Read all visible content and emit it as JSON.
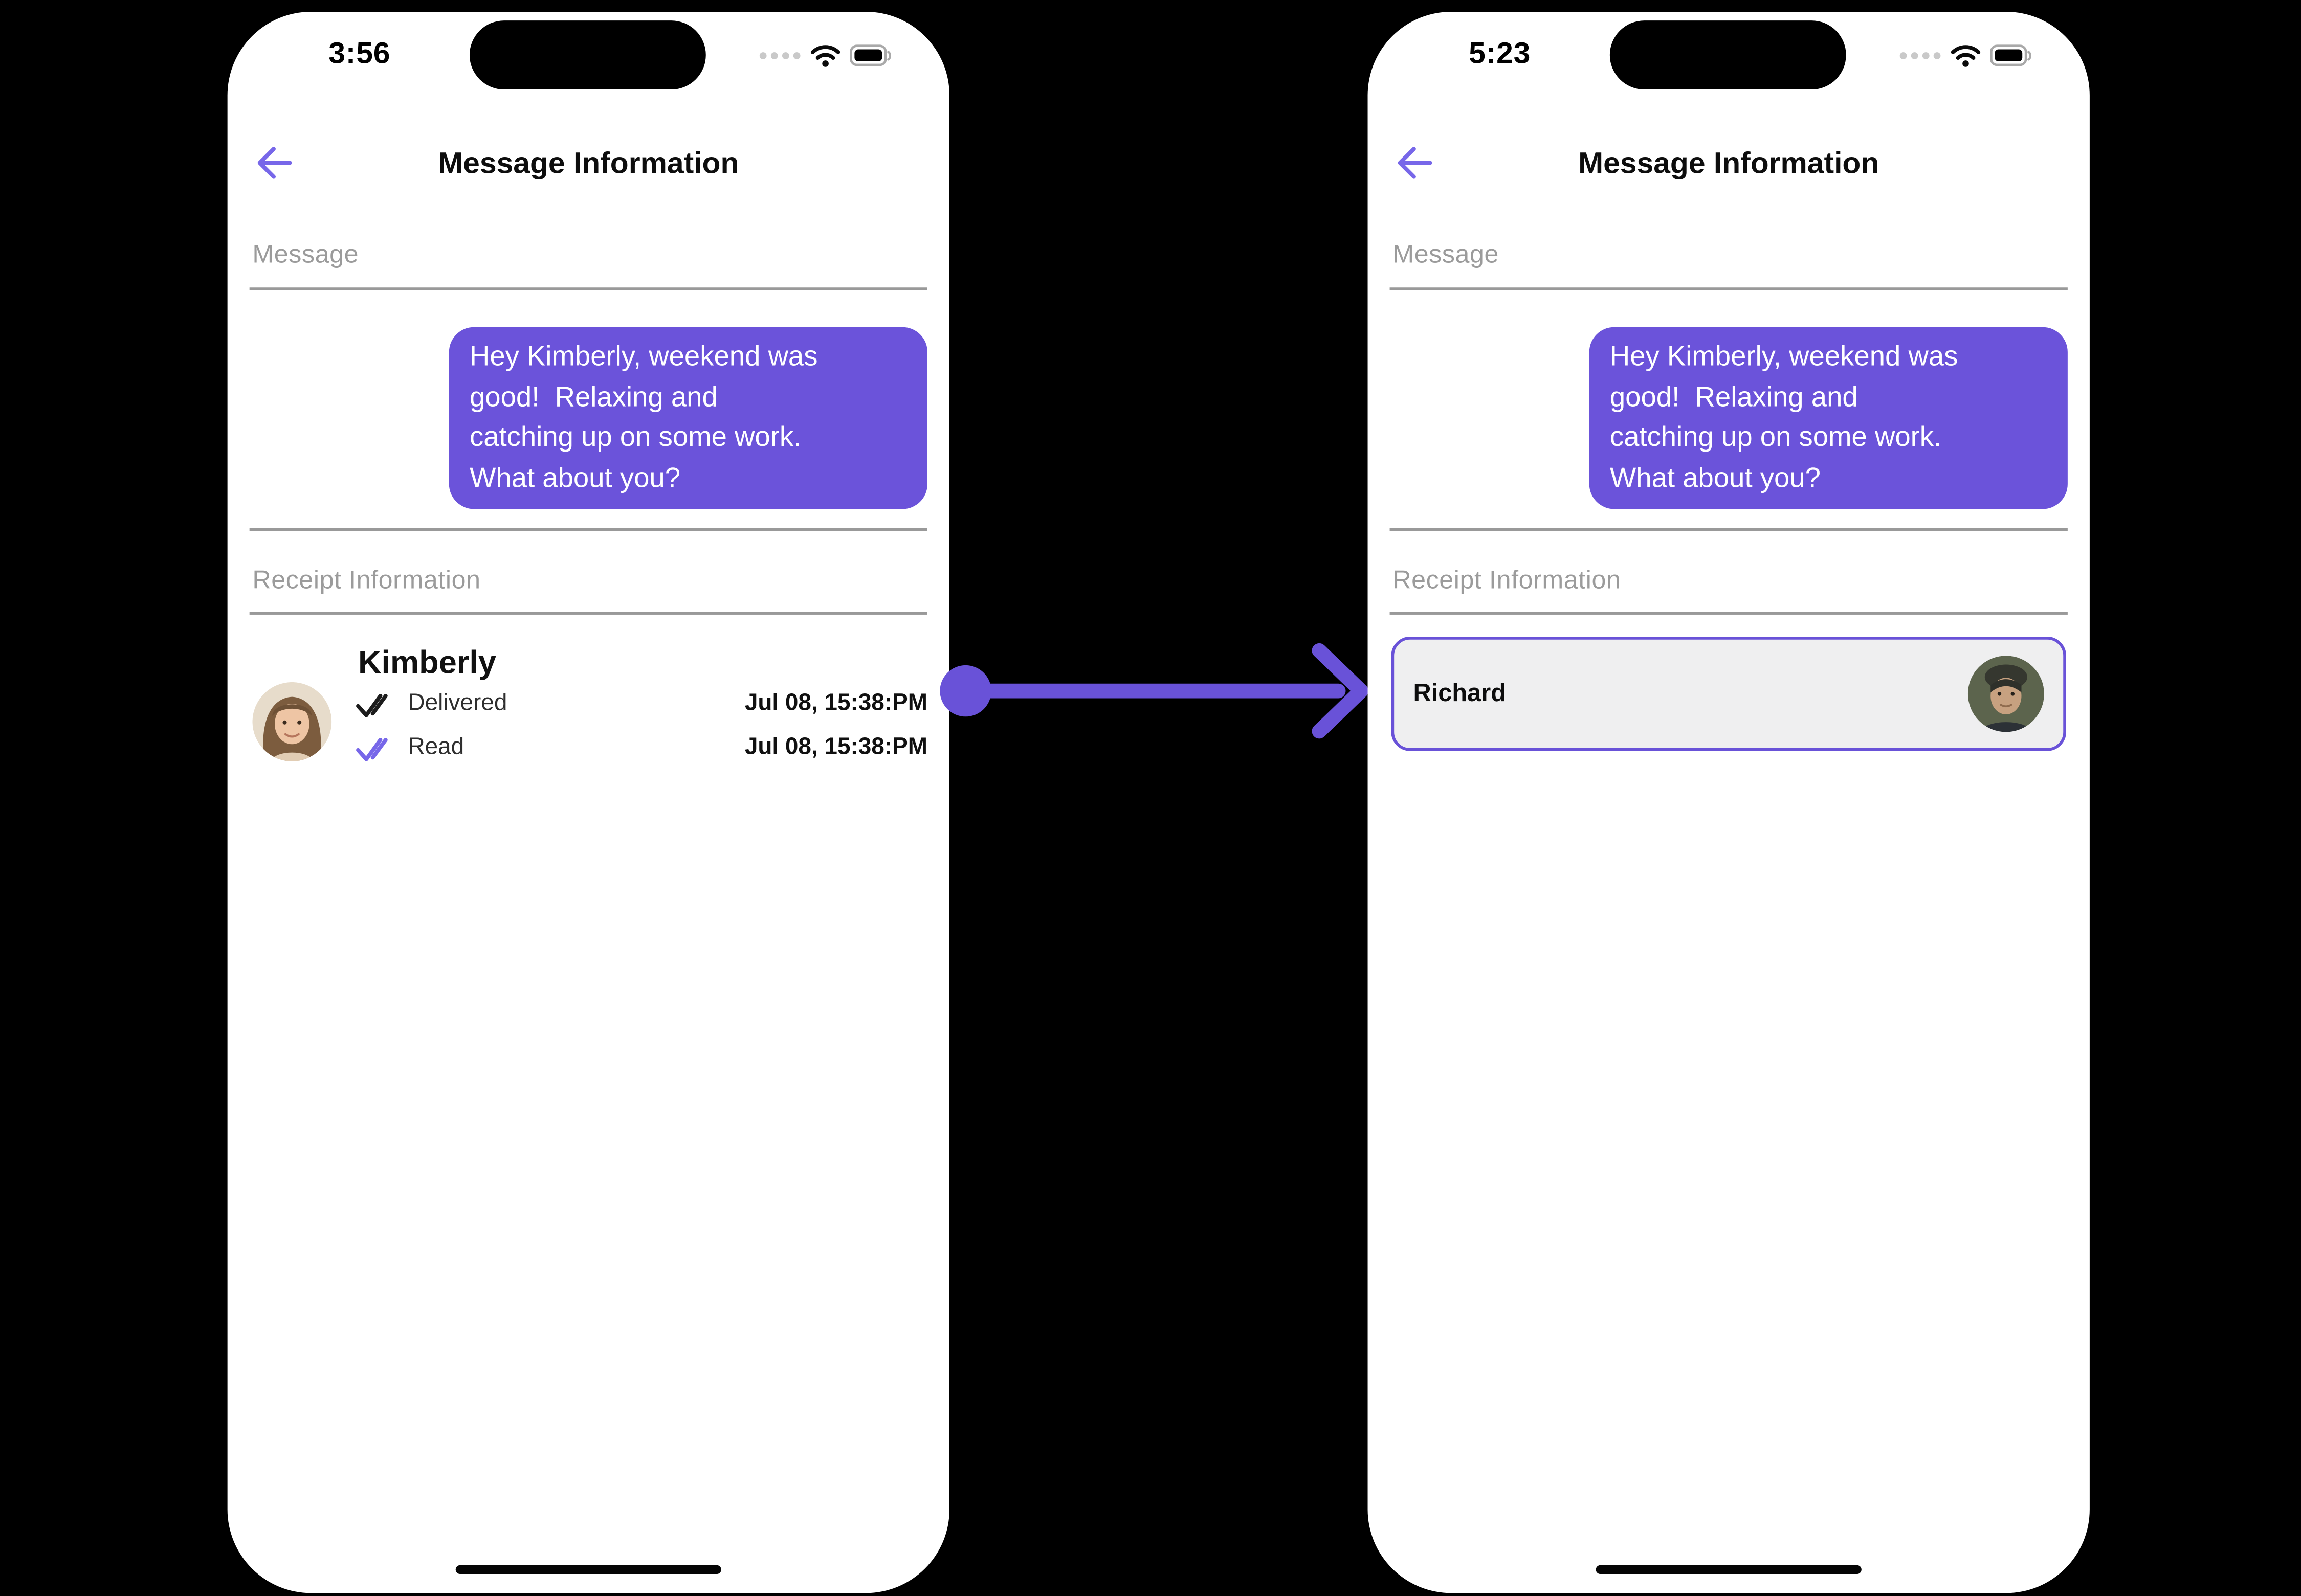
{
  "colors": {
    "accent": "#6952d8",
    "accent_light": "#7767e9",
    "bubble_purple": "#6b53da",
    "recipient_row_bg": "#efeff0",
    "section_label_gray": "#9b9b9b"
  },
  "annotation": {
    "arrow_icon": "flow-arrow-right-icon"
  },
  "left_phone": {
    "status_bar": {
      "time": "3:56",
      "icons": [
        "cellular-signal-icon",
        "wifi-icon",
        "battery-icon"
      ]
    },
    "header": {
      "back_icon": "back-arrow-icon",
      "title": "Message Information"
    },
    "message_section": {
      "label": "Message",
      "bubble_text": "Hey Kimberly, weekend was\ngood!  Relaxing and\ncatching up on some work.\nWhat about you?"
    },
    "receipt_section": {
      "label": "Receipt Information",
      "recipient_name": "Kimberly",
      "avatar_icon": "kimberly-avatar",
      "rows": [
        {
          "icon": "double-check-icon",
          "status": "Delivered",
          "timestamp": "Jul 08, 15:38:PM"
        },
        {
          "icon": "double-check-icon",
          "status": "Read",
          "timestamp": "Jul 08, 15:38:PM"
        }
      ]
    }
  },
  "right_phone": {
    "status_bar": {
      "time": "5:23",
      "icons": [
        "cellular-signal-icon",
        "wifi-icon",
        "battery-icon"
      ]
    },
    "header": {
      "back_icon": "back-arrow-icon",
      "title": "Message Information"
    },
    "message_section": {
      "label": "Message",
      "bubble_text": "Hey Kimberly, weekend was\ngood!  Relaxing and\ncatching up on some work.\nWhat about you?"
    },
    "receipt_section": {
      "label": "Receipt Information",
      "recipient_name": "Richard",
      "avatar_icon": "richard-avatar"
    }
  }
}
